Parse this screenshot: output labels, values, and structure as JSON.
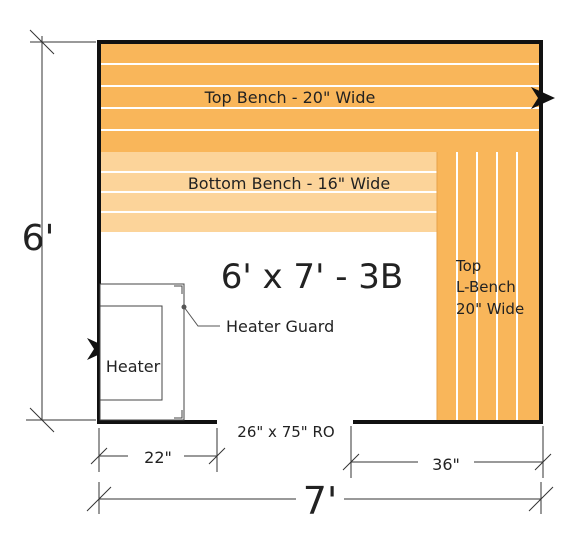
{
  "plan": {
    "title": "6' x 7' - 3B",
    "top_bench": "Top Bench - 20\" Wide",
    "bottom_bench": "Bottom Bench - 16\" Wide",
    "l_bench": [
      "Top",
      "L-Bench",
      "20\" Wide"
    ],
    "heater": "Heater",
    "heater_guard": "Heater Guard",
    "door_ro": "26\" x 75\" RO"
  },
  "dimensions": {
    "height": "6'",
    "width": "7'",
    "left_offset": "22\"",
    "right_offset": "36\""
  },
  "colors": {
    "wall": "#111111",
    "bench_top": "#F9B65A",
    "bench_bottom": "#FCD49A",
    "slat_line": "#ffffff",
    "dim_line": "#333333"
  }
}
